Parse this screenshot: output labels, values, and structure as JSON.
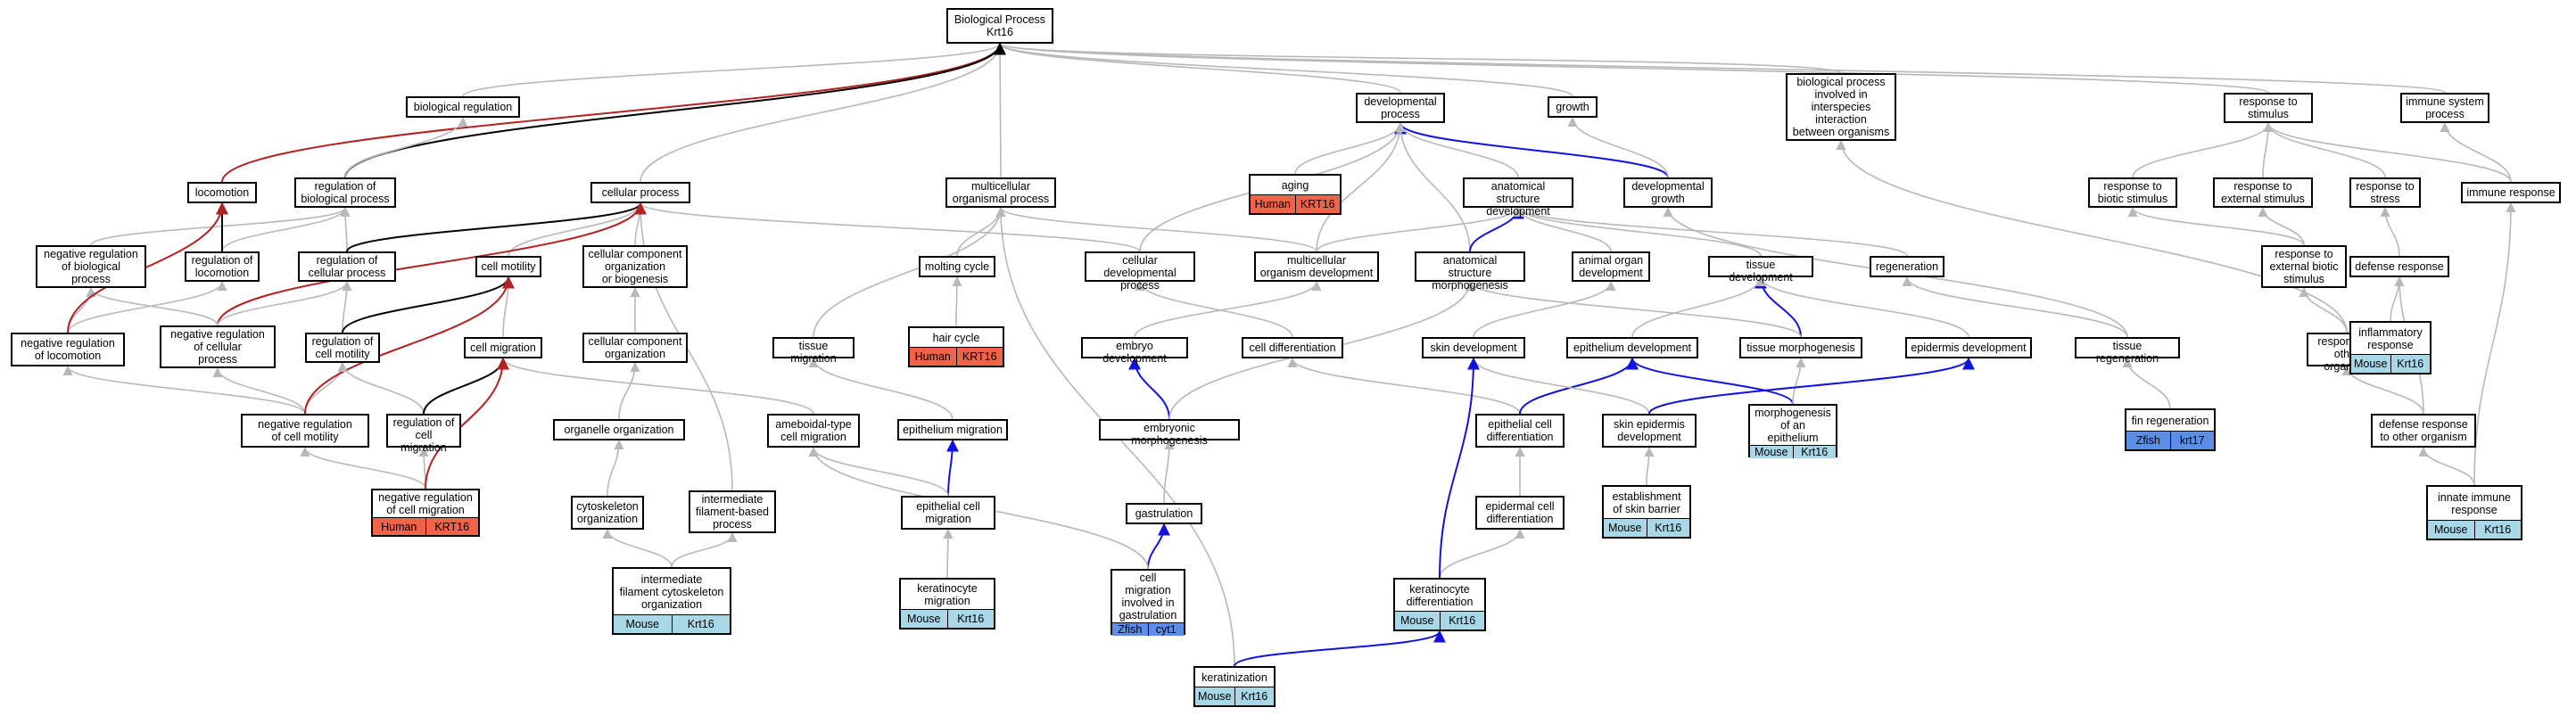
{
  "colors": {
    "Human": "#f26248",
    "Mouse": "#a8d8e8",
    "Zfish": "#5b8ee6",
    "edge_gray": "#b8b8b8",
    "edge_black": "#000000",
    "edge_red": "#b22222",
    "edge_blue": "#1212e0"
  },
  "nodes": [
    {
      "id": "bp",
      "label": "Biological Process\nKrt16"
    },
    {
      "id": "bioreg",
      "label": "biological regulation"
    },
    {
      "id": "devproc",
      "label": "developmental\nprocess"
    },
    {
      "id": "growth",
      "label": "growth"
    },
    {
      "id": "interspecies",
      "label": "biological process\ninvolved in\ninterspecies\ninteraction\nbetween organisms"
    },
    {
      "id": "respstim",
      "label": "response to\nstimulus"
    },
    {
      "id": "immsys",
      "label": "immune system\nprocess"
    },
    {
      "id": "locomotion",
      "label": "locomotion"
    },
    {
      "id": "regbio",
      "label": "regulation of\nbiological process"
    },
    {
      "id": "cellproc",
      "label": "cellular process"
    },
    {
      "id": "multicell",
      "label": "multicellular\norganismal process"
    },
    {
      "id": "aging",
      "label": "aging",
      "ann": [
        {
          "sp": "Human",
          "gene": "KRT16"
        }
      ]
    },
    {
      "id": "anatdev",
      "label": "anatomical structure\ndevelopment"
    },
    {
      "id": "devgrowth",
      "label": "developmental\ngrowth"
    },
    {
      "id": "respbiotic",
      "label": "response to\nbiotic stimulus"
    },
    {
      "id": "respext",
      "label": "response to\nexternal stimulus"
    },
    {
      "id": "respstress",
      "label": "response to\nstress"
    },
    {
      "id": "immresp",
      "label": "immune response"
    },
    {
      "id": "negregbio",
      "label": "negative regulation\nof biological\nprocess"
    },
    {
      "id": "regloc",
      "label": "regulation of\nlocomotion"
    },
    {
      "id": "regcell",
      "label": "regulation of\ncellular process"
    },
    {
      "id": "cellmot",
      "label": "cell motility"
    },
    {
      "id": "ccorg",
      "label": "cellular component\norganization\nor biogenesis"
    },
    {
      "id": "molting",
      "label": "molting cycle"
    },
    {
      "id": "celldevproc",
      "label": "cellular developmental\nprocess"
    },
    {
      "id": "multidev",
      "label": "multicellular\norganism development"
    },
    {
      "id": "anatmorph",
      "label": "anatomical structure\nmorphogenesis"
    },
    {
      "id": "organdev",
      "label": "animal organ\ndevelopment"
    },
    {
      "id": "tissuedev",
      "label": "tissue development"
    },
    {
      "id": "regen",
      "label": "regeneration"
    },
    {
      "id": "respextbio",
      "label": "response to\nexternal biotic\nstimulus"
    },
    {
      "id": "defresp",
      "label": "defense response"
    },
    {
      "id": "negregloc",
      "label": "negative regulation\nof locomotion"
    },
    {
      "id": "negregcell",
      "label": "negative regulation\nof cellular\nprocess"
    },
    {
      "id": "regcellmot",
      "label": "regulation of\ncell motility"
    },
    {
      "id": "cellmig",
      "label": "cell migration"
    },
    {
      "id": "ccorg2",
      "label": "cellular component\norganization"
    },
    {
      "id": "tissuemig",
      "label": "tissue migration"
    },
    {
      "id": "haircycle",
      "label": "hair cycle",
      "ann": [
        {
          "sp": "Human",
          "gene": "KRT16"
        }
      ]
    },
    {
      "id": "embryodev",
      "label": "embryo development"
    },
    {
      "id": "celldiff",
      "label": "cell differentiation"
    },
    {
      "id": "skindev",
      "label": "skin development"
    },
    {
      "id": "epithdev",
      "label": "epithelium development"
    },
    {
      "id": "tissuemorph",
      "label": "tissue morphogenesis"
    },
    {
      "id": "epiddev",
      "label": "epidermis development"
    },
    {
      "id": "tissueregen",
      "label": "tissue regeneration"
    },
    {
      "id": "resporg",
      "label": "response to\nother organism"
    },
    {
      "id": "inflam",
      "label": "inflammatory\nresponse",
      "ann": [
        {
          "sp": "Mouse",
          "gene": "Krt16"
        }
      ]
    },
    {
      "id": "negregcellmot",
      "label": "negative regulation\nof cell motility"
    },
    {
      "id": "regcellmig",
      "label": "regulation of\ncell migration"
    },
    {
      "id": "organelle",
      "label": "organelle organization"
    },
    {
      "id": "ameboid",
      "label": "ameboidal-type\ncell migration"
    },
    {
      "id": "epithmig",
      "label": "epithelium migration"
    },
    {
      "id": "embmorph",
      "label": "embryonic morphogenesis"
    },
    {
      "id": "epithcelldiff",
      "label": "epithelial cell\ndifferentiation"
    },
    {
      "id": "skinepid",
      "label": "skin epidermis\ndevelopment"
    },
    {
      "id": "morphepith",
      "label": "morphogenesis\nof an epithelium",
      "ann": [
        {
          "sp": "Mouse",
          "gene": "Krt16"
        }
      ]
    },
    {
      "id": "finregen",
      "label": "fin regeneration",
      "ann": [
        {
          "sp": "Zfish",
          "gene": "krt17"
        }
      ]
    },
    {
      "id": "defother",
      "label": "defense response\nto other organism"
    },
    {
      "id": "negregcellmig",
      "label": "negative regulation\nof cell migration",
      "ann": [
        {
          "sp": "Human",
          "gene": "KRT16"
        }
      ]
    },
    {
      "id": "cytoskel",
      "label": "cytoskeleton\norganization"
    },
    {
      "id": "intfil",
      "label": "intermediate\nfilament-based\nprocess"
    },
    {
      "id": "gastrulation",
      "label": "gastrulation"
    },
    {
      "id": "epithcellmig",
      "label": "epithelial cell\nmigration"
    },
    {
      "id": "epidcelldiff",
      "label": "epidermal cell\ndifferentiation"
    },
    {
      "id": "skinbarrier",
      "label": "establishment\nof skin barrier",
      "ann": [
        {
          "sp": "Mouse",
          "gene": "Krt16"
        }
      ]
    },
    {
      "id": "innate",
      "label": "innate immune\nresponse",
      "ann": [
        {
          "sp": "Mouse",
          "gene": "Krt16"
        }
      ]
    },
    {
      "id": "ifcyto",
      "label": "intermediate\nfilament cytoskeleton\norganization",
      "ann": [
        {
          "sp": "Mouse",
          "gene": "Krt16"
        }
      ]
    },
    {
      "id": "keratmig",
      "label": "keratinocyte\nmigration",
      "ann": [
        {
          "sp": "Mouse",
          "gene": "Krt16"
        }
      ]
    },
    {
      "id": "cellmiggast",
      "label": "cell migration\ninvolved in\ngastrulation",
      "ann": [
        {
          "sp": "Zfish",
          "gene": "cyt1"
        }
      ]
    },
    {
      "id": "keratdiff",
      "label": "keratinocyte\ndifferentiation",
      "ann": [
        {
          "sp": "Mouse",
          "gene": "Krt16"
        }
      ]
    },
    {
      "id": "keratinization",
      "label": "keratinization",
      "ann": [
        {
          "sp": "Mouse",
          "gene": "Krt16"
        }
      ]
    }
  ],
  "edges": [
    {
      "from": "bioreg",
      "to": "bp",
      "style": "gray"
    },
    {
      "from": "devproc",
      "to": "bp",
      "style": "gray"
    },
    {
      "from": "growth",
      "to": "bp",
      "style": "gray"
    },
    {
      "from": "interspecies",
      "to": "bp",
      "style": "gray"
    },
    {
      "from": "respstim",
      "to": "bp",
      "style": "gray"
    },
    {
      "from": "immsys",
      "to": "bp",
      "style": "gray"
    },
    {
      "from": "multicell",
      "to": "bp",
      "style": "gray"
    },
    {
      "from": "cellproc",
      "to": "bp",
      "style": "gray"
    },
    {
      "from": "locomotion",
      "to": "bp",
      "style": "red"
    },
    {
      "from": "regbio",
      "to": "bp",
      "style": "black"
    },
    {
      "from": "regbio",
      "to": "bioreg",
      "style": "gray"
    },
    {
      "from": "aging",
      "to": "devproc",
      "style": "gray"
    },
    {
      "from": "anatdev",
      "to": "devproc",
      "style": "gray"
    },
    {
      "from": "devgrowth",
      "to": "devproc",
      "style": "blue"
    },
    {
      "from": "devgrowth",
      "to": "growth",
      "style": "gray"
    },
    {
      "from": "respbiotic",
      "to": "respstim",
      "style": "gray"
    },
    {
      "from": "respext",
      "to": "respstim",
      "style": "gray"
    },
    {
      "from": "respstress",
      "to": "respstim",
      "style": "gray"
    },
    {
      "from": "immresp",
      "to": "respstim",
      "style": "gray"
    },
    {
      "from": "immresp",
      "to": "immsys",
      "style": "gray"
    },
    {
      "from": "negregbio",
      "to": "regbio",
      "style": "gray"
    },
    {
      "from": "regloc",
      "to": "regbio",
      "style": "gray"
    },
    {
      "from": "regcell",
      "to": "regbio",
      "style": "gray"
    },
    {
      "from": "regloc",
      "to": "locomotion",
      "style": "black"
    },
    {
      "from": "regcell",
      "to": "cellproc",
      "style": "black"
    },
    {
      "from": "cellmot",
      "to": "cellproc",
      "style": "gray"
    },
    {
      "from": "ccorg",
      "to": "cellproc",
      "style": "gray"
    },
    {
      "from": "celldevproc",
      "to": "cellproc",
      "style": "gray"
    },
    {
      "from": "intfil",
      "to": "cellproc",
      "style": "gray"
    },
    {
      "from": "negregcell",
      "to": "cellproc",
      "style": "red"
    },
    {
      "from": "molting",
      "to": "multicell",
      "style": "gray"
    },
    {
      "from": "multidev",
      "to": "multicell",
      "style": "gray"
    },
    {
      "from": "tissuemig",
      "to": "multicell",
      "style": "gray"
    },
    {
      "from": "keratinization",
      "to": "multicell",
      "style": "gray"
    },
    {
      "from": "celldevproc",
      "to": "devproc",
      "style": "gray"
    },
    {
      "from": "multidev",
      "to": "devproc",
      "style": "gray"
    },
    {
      "from": "anatmorph",
      "to": "devproc",
      "style": "gray"
    },
    {
      "from": "anatmorph",
      "to": "anatdev",
      "style": "blue"
    },
    {
      "from": "organdev",
      "to": "anatdev",
      "style": "gray"
    },
    {
      "from": "tissuedev",
      "to": "anatdev",
      "style": "gray"
    },
    {
      "from": "regen",
      "to": "anatdev",
      "style": "gray"
    },
    {
      "from": "multidev",
      "to": "anatdev",
      "style": "gray"
    },
    {
      "from": "tissueregen",
      "to": "devgrowth",
      "style": "gray"
    },
    {
      "from": "resporg",
      "to": "interspecies",
      "style": "gray"
    },
    {
      "from": "respextbio",
      "to": "respbiotic",
      "style": "gray"
    },
    {
      "from": "respextbio",
      "to": "respext",
      "style": "gray"
    },
    {
      "from": "defresp",
      "to": "respstress",
      "style": "gray"
    },
    {
      "from": "negregloc",
      "to": "negregbio",
      "style": "gray"
    },
    {
      "from": "negregcell",
      "to": "negregbio",
      "style": "gray"
    },
    {
      "from": "negregloc",
      "to": "regloc",
      "style": "gray"
    },
    {
      "from": "negregloc",
      "to": "locomotion",
      "style": "red"
    },
    {
      "from": "negregcell",
      "to": "regcell",
      "style": "gray"
    },
    {
      "from": "regcellmot",
      "to": "regcell",
      "style": "gray"
    },
    {
      "from": "regcellmot",
      "to": "cellmot",
      "style": "black"
    },
    {
      "from": "cellmig",
      "to": "cellmot",
      "style": "gray"
    },
    {
      "from": "ccorg2",
      "to": "ccorg",
      "style": "gray"
    },
    {
      "from": "haircycle",
      "to": "molting",
      "style": "gray"
    },
    {
      "from": "embryodev",
      "to": "multidev",
      "style": "gray"
    },
    {
      "from": "celldiff",
      "to": "celldevproc",
      "style": "gray"
    },
    {
      "from": "skindev",
      "to": "organdev",
      "style": "gray"
    },
    {
      "from": "epithdev",
      "to": "tissuedev",
      "style": "gray"
    },
    {
      "from": "tissuemorph",
      "to": "tissuedev",
      "style": "blue"
    },
    {
      "from": "tissuemorph",
      "to": "anatmorph",
      "style": "gray"
    },
    {
      "from": "epiddev",
      "to": "tissuedev",
      "style": "gray"
    },
    {
      "from": "tissueregen",
      "to": "regen",
      "style": "gray"
    },
    {
      "from": "resporg",
      "to": "respextbio",
      "style": "gray"
    },
    {
      "from": "defother",
      "to": "resporg",
      "style": "gray"
    },
    {
      "from": "inflam",
      "to": "defresp",
      "style": "gray"
    },
    {
      "from": "defother",
      "to": "defresp",
      "style": "gray"
    },
    {
      "from": "innate",
      "to": "defother",
      "style": "gray"
    },
    {
      "from": "innate",
      "to": "immresp",
      "style": "gray"
    },
    {
      "from": "negregcellmot",
      "to": "regcellmot",
      "style": "gray"
    },
    {
      "from": "negregcellmot",
      "to": "negregloc",
      "style": "gray"
    },
    {
      "from": "negregcellmot",
      "to": "negregcell",
      "style": "gray"
    },
    {
      "from": "negregcellmot",
      "to": "cellmot",
      "style": "red"
    },
    {
      "from": "regcellmig",
      "to": "regcellmot",
      "style": "gray"
    },
    {
      "from": "regcellmig",
      "to": "cellmig",
      "style": "black"
    },
    {
      "from": "ameboid",
      "to": "cellmig",
      "style": "gray"
    },
    {
      "from": "organelle",
      "to": "ccorg2",
      "style": "gray"
    },
    {
      "from": "epithmig",
      "to": "tissuemig",
      "style": "gray"
    },
    {
      "from": "embmorph",
      "to": "embryodev",
      "style": "blue"
    },
    {
      "from": "embmorph",
      "to": "anatmorph",
      "style": "gray"
    },
    {
      "from": "epithcelldiff",
      "to": "celldiff",
      "style": "gray"
    },
    {
      "from": "epithcelldiff",
      "to": "epithdev",
      "style": "blue"
    },
    {
      "from": "skinepid",
      "to": "skindev",
      "style": "gray"
    },
    {
      "from": "skinepid",
      "to": "epiddev",
      "style": "gray"
    },
    {
      "from": "morphepith",
      "to": "epithdev",
      "style": "blue"
    },
    {
      "from": "morphepith",
      "to": "tissuemorph",
      "style": "gray"
    },
    {
      "from": "finregen",
      "to": "tissueregen",
      "style": "gray"
    },
    {
      "from": "negregcellmig",
      "to": "negregcellmot",
      "style": "gray"
    },
    {
      "from": "negregcellmig",
      "to": "regcellmig",
      "style": "gray"
    },
    {
      "from": "negregcellmig",
      "to": "cellmig",
      "style": "red"
    },
    {
      "from": "cytoskel",
      "to": "organelle",
      "style": "gray"
    },
    {
      "from": "gastrulation",
      "to": "embmorph",
      "style": "gray"
    },
    {
      "from": "epithcellmig",
      "to": "epithmig",
      "style": "blue"
    },
    {
      "from": "epithcellmig",
      "to": "ameboid",
      "style": "gray"
    },
    {
      "from": "epidcelldiff",
      "to": "epithcelldiff",
      "style": "gray"
    },
    {
      "from": "skinbarrier",
      "to": "skinepid",
      "style": "gray"
    },
    {
      "from": "ifcyto",
      "to": "cytoskel",
      "style": "gray"
    },
    {
      "from": "ifcyto",
      "to": "intfil",
      "style": "gray"
    },
    {
      "from": "keratmig",
      "to": "epithcellmig",
      "style": "gray"
    },
    {
      "from": "cellmiggast",
      "to": "gastrulation",
      "style": "blue"
    },
    {
      "from": "cellmiggast",
      "to": "ameboid",
      "style": "gray"
    },
    {
      "from": "keratdiff",
      "to": "epidcelldiff",
      "style": "gray"
    },
    {
      "from": "keratdiff",
      "to": "skindev",
      "style": "blue"
    },
    {
      "from": "keratinization",
      "to": "keratdiff",
      "style": "blue"
    },
    {
      "from": "skinepid",
      "to": "epiddev",
      "style": "blue"
    }
  ]
}
